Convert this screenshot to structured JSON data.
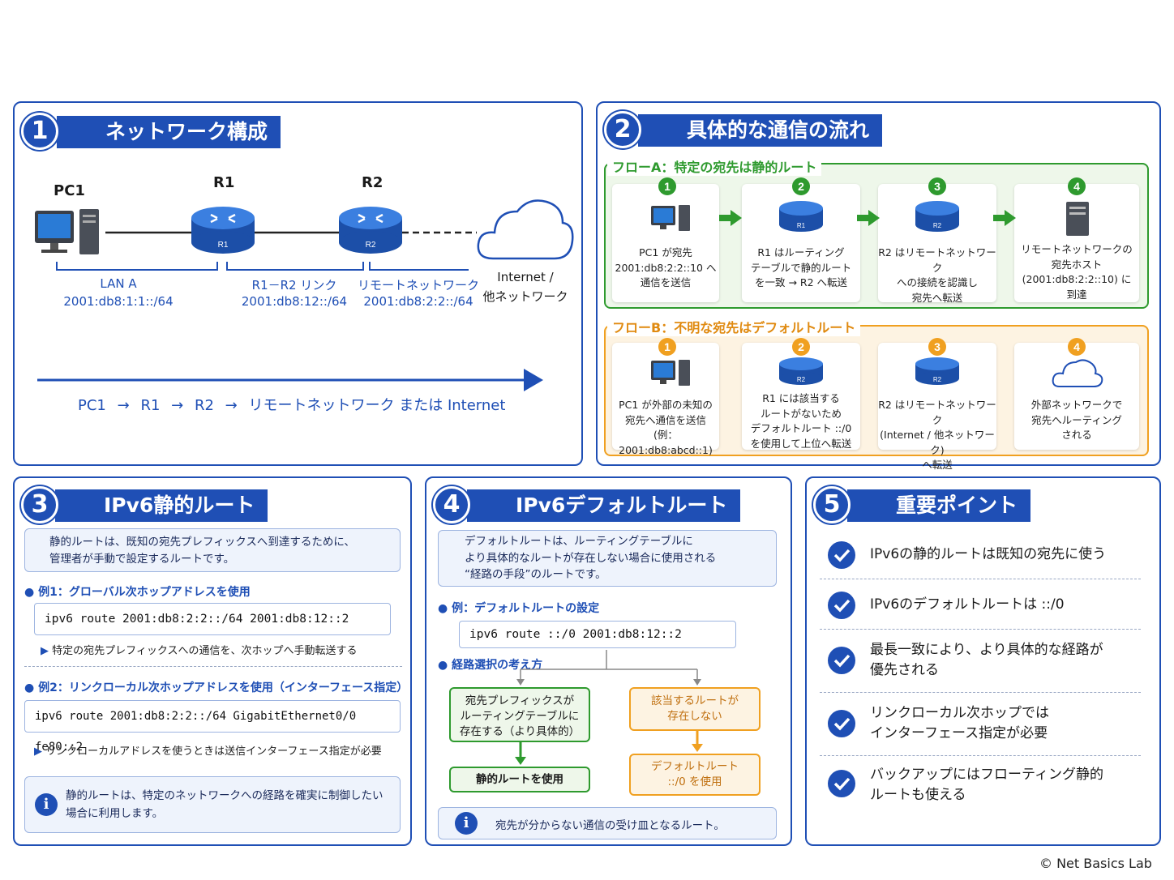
{
  "section1": {
    "number": "1",
    "title": "ネットワーク構成",
    "pc1": "PC1",
    "r1": "R1",
    "r2": "R2",
    "router_tag_r1": "R1",
    "router_tag_r2": "R2",
    "lan_a_name": "LAN A",
    "lan_a_prefix": "2001:db8:1:1::/64",
    "link_name": "R1－R2 リンク",
    "link_prefix": "2001:db8:12::/64",
    "remote_name": "リモートネットワーク",
    "remote_prefix": "2001:db8:2:2::/64",
    "cloud_line1": "Internet /",
    "cloud_line2": "他ネットワーク",
    "path_pc1": "PC1",
    "path_r1": "R1",
    "path_r2": "R2",
    "path_arrow": "→",
    "path_end": "リモートネットワーク または Internet"
  },
  "section2": {
    "number": "2",
    "title": "具体的な通信の流れ",
    "flow_a": {
      "label": "フローA：特定の宛先は静的ルート",
      "color": "#2e9a2e",
      "steps": [
        {
          "n": "1",
          "text": "PC1 が宛先\n2001:db8:2:2::10 へ\n通信を送信"
        },
        {
          "n": "2",
          "text": "R1 はルーティング\nテーブルで静的ルート\nを一致 → R2 へ転送"
        },
        {
          "n": "3",
          "text": "R2 はリモートネットワーク\nへの接続を認識し\n宛先へ転送"
        },
        {
          "n": "4",
          "text": "リモートネットワークの\n宛先ホスト\n(2001:db8:2:2::10) に\n到達"
        }
      ]
    },
    "flow_b": {
      "label": "フローB：不明な宛先はデフォルトルート",
      "color": "#f0a020",
      "steps": [
        {
          "n": "1",
          "text": "PC1 が外部の未知の\n宛先へ通信を送信\n(例：2001:db8:abcd::1)"
        },
        {
          "n": "2",
          "text": "R1 には該当する\nルートがないため\nデフォルトルート ::/0\nを使用して上位へ転送"
        },
        {
          "n": "3",
          "text": "R2 はリモートネットワーク\n(Internet / 他ネットワーク)\nへ転送"
        },
        {
          "n": "4",
          "text": "外部ネットワークで\n宛先へルーティング\nされる"
        }
      ]
    },
    "router_tag_2": "R1",
    "router_tag_3": "R2"
  },
  "section3": {
    "number": "3",
    "title": "IPv6静的ルート",
    "intro": "静的ルートは、既知の宛先プレフィックスへ到達するために、\n管理者が手動で設定するルートです。",
    "ex1_label": "例1：グローバル次ホップアドレスを使用",
    "ex1_code": "ipv6 route 2001:db8:2:2::/64 2001:db8:12::2",
    "ex1_note": "特定の宛先プレフィックスへの通信を、次ホップへ手動転送する",
    "ex2_label": "例2：リンクローカル次ホップアドレスを使用（インターフェース指定）",
    "ex2_code": "ipv6 route 2001:db8:2:2::/64 GigabitEthernet0/0 fe80::2",
    "ex2_note": "リンクローカルアドレスを使うときは送信インターフェース指定が必要",
    "info": "静的ルートは、特定のネットワークへの経路を確実に制御したい\n場合に利用します。",
    "info_icon": "i"
  },
  "section4": {
    "number": "4",
    "title": "IPv6デフォルトルート",
    "intro": "デフォルトルートは、ルーティングテーブルに\nより具体的なルートが存在しない場合に使用される\n“経路の手段”のルートです。",
    "ex_label": "例：デフォルトルートの設定",
    "ex_code": "ipv6 route ::/0 2001:db8:12::2",
    "decision_label": "経路選択の考え方",
    "left_box": "宛先プレフィックスが\nルーティングテーブルに\n存在する（より具体的）",
    "left_result": "静的ルートを使用",
    "right_box": "該当するルートが\n存在しない",
    "right_result": "デフォルトルート\n::/0 を使用",
    "info": "宛先が分からない通信の受け皿となるルート。",
    "info_icon": "i"
  },
  "section5": {
    "number": "5",
    "title": "重要ポイント",
    "points": [
      "IPv6の静的ルートは既知の宛先に使う",
      "IPv6のデフォルトルートは ::/0",
      "最長一致により、より具体的な経路が\n優先される",
      "リンクローカル次ホップでは\nインターフェース指定が必要",
      "バックアップにはフローティング静的\nルートも使える"
    ]
  },
  "footer": {
    "copyright": "© Net Basics Lab"
  },
  "colors": {
    "primary": "#1f4fb5",
    "green": "#2e9a2e",
    "orange": "#f0a020"
  }
}
